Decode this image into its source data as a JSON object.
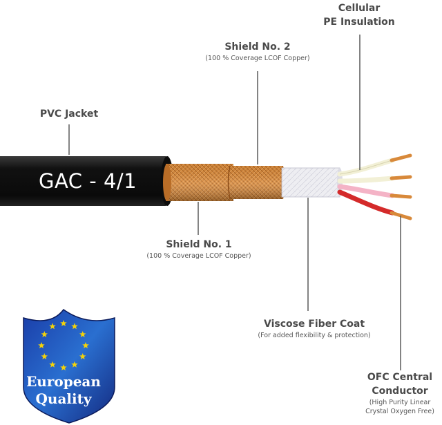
{
  "cable": {
    "model": "GAC - 4/1"
  },
  "labels": {
    "cellular_line1": "Cellular",
    "cellular_line2": "PE Insulation",
    "shield2_title": "Shield No. 2",
    "shield2_sub": "(100 % Coverage LCOF Copper)",
    "pvc_title": "PVC Jacket",
    "shield1_title": "Shield No. 1",
    "shield1_sub": "(100 % Coverage LCOF Copper)",
    "viscose_title": "Viscose Fiber Coat",
    "viscose_sub": "(For added flexibility & protection)",
    "ofc_line1": "OFC Central",
    "ofc_line2": "Conductor",
    "ofc_sub1": "(High Purity Linear",
    "ofc_sub2": "Crystal Oxygen Free)"
  },
  "badge": {
    "line1": "European",
    "line2": "Quality"
  },
  "colors": {
    "jacket": "#141414",
    "copper": "#d8893a",
    "viscose": "#ecebf0",
    "wire_red": "#d42a2a",
    "wire_pink": "#f4b3c6",
    "wire_white": "#f2f0d6",
    "badge_blue": "#2845a8",
    "star": "#f3d20a"
  }
}
